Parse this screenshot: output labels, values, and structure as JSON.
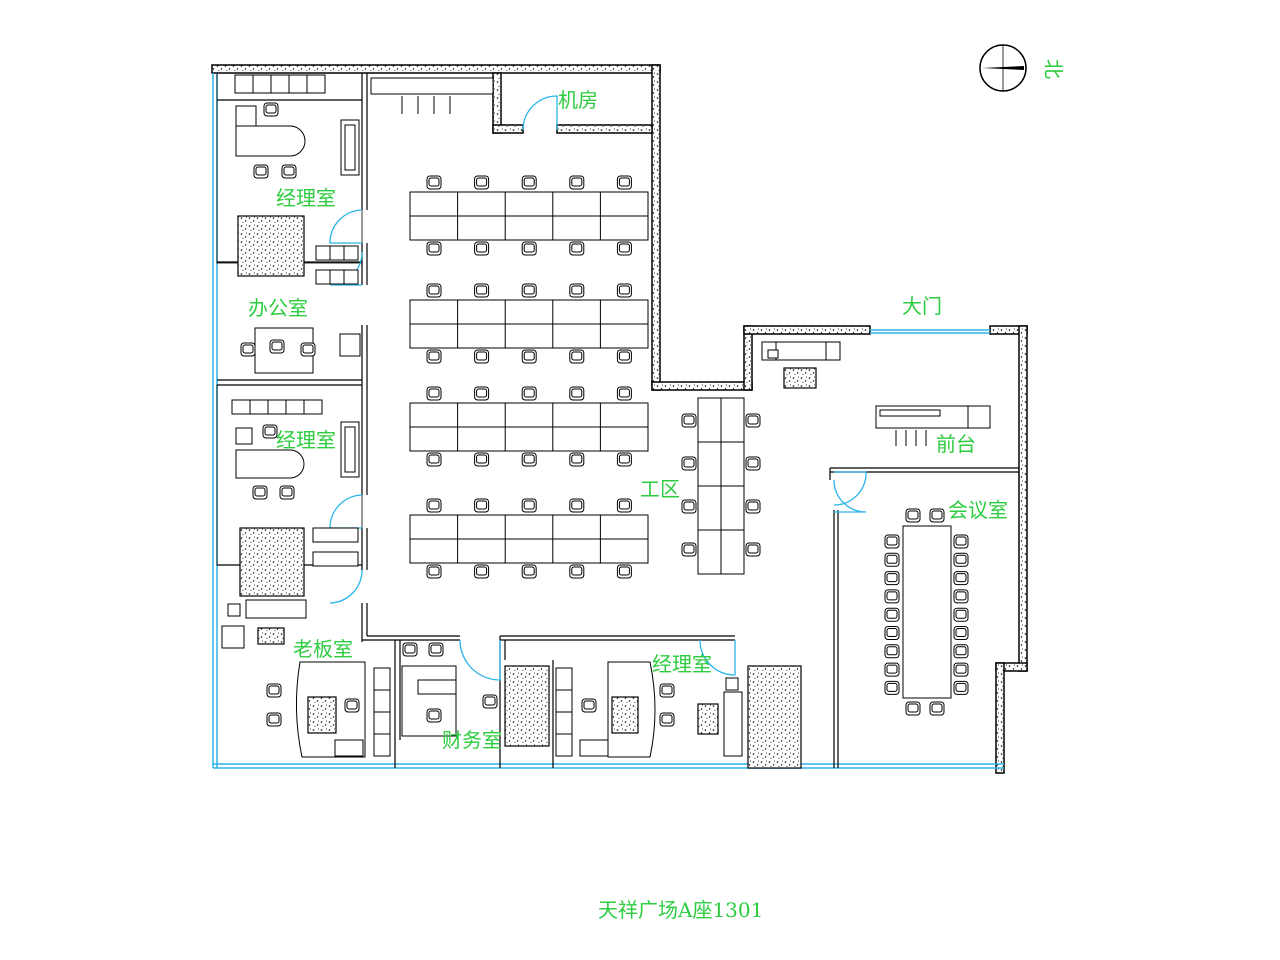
{
  "labels": {
    "machine_room": "机房",
    "manager_room_1": "经理室",
    "office": "办公室",
    "manager_room_2": "经理室",
    "boss_room": "老板室",
    "finance_room": "财务室",
    "manager_room_3": "经理室",
    "work_area": "工区",
    "main_door": "大门",
    "reception": "前台",
    "meeting_room": "会议室"
  },
  "compass": {
    "glyph": "北"
  },
  "title": "天祥广场A座1301"
}
